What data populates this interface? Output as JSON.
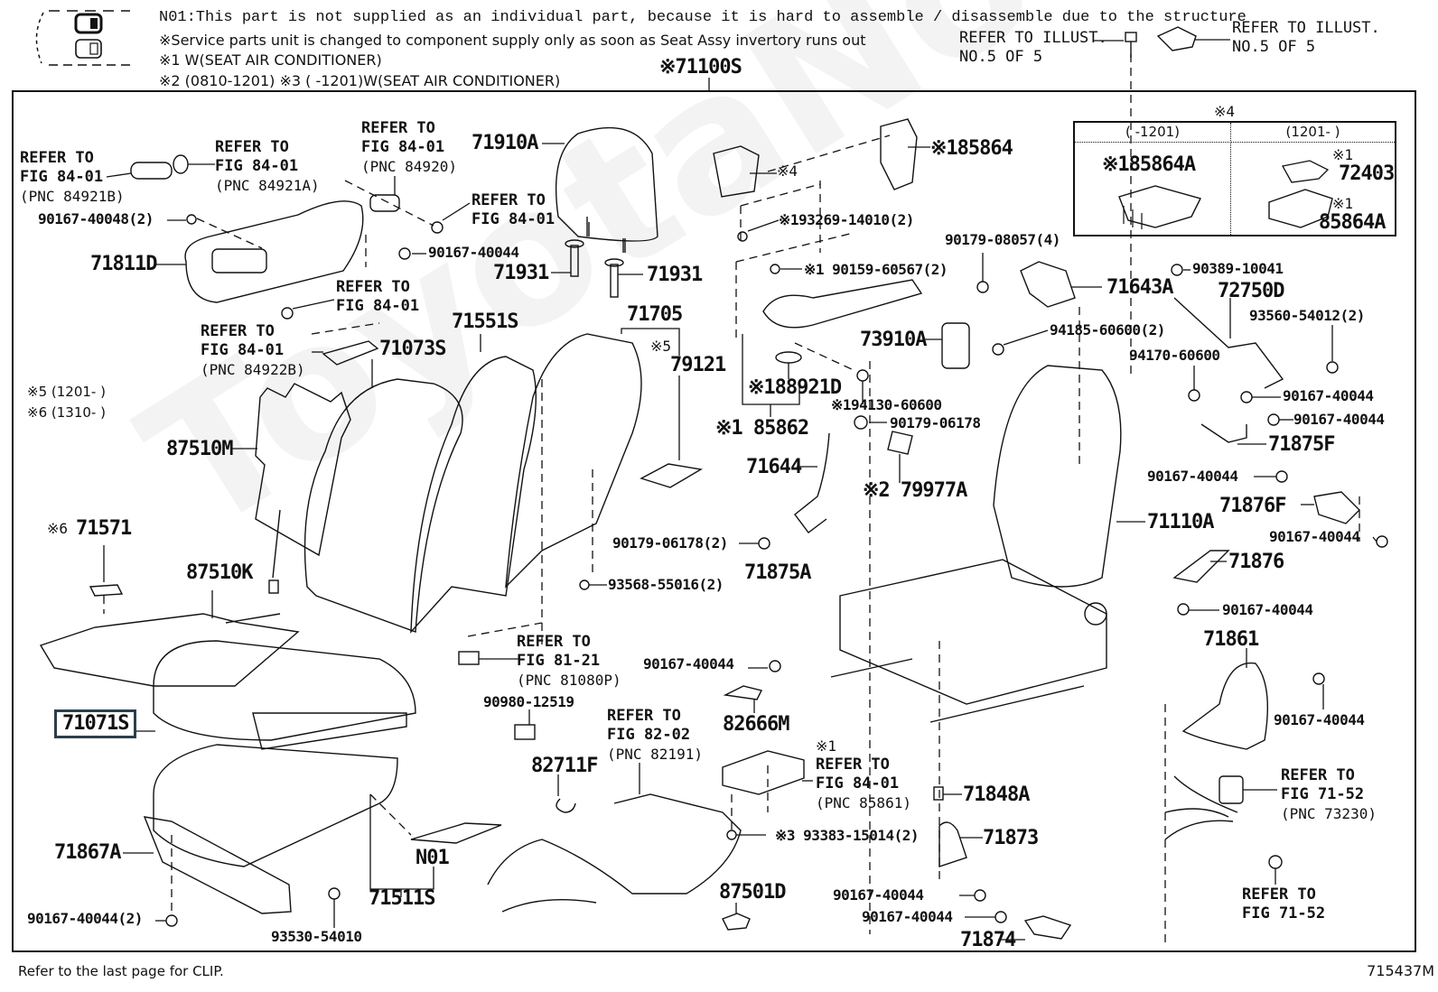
{
  "notes": {
    "n01": "N01:This part is not supplied as an individual part, because it is hard to assemble / disassemble due to the structure",
    "service": "※Service parts unit is changed to component supply only as soon as Seat Assy invertory runs out",
    "m1": "※1 W(SEAT AIR CONDITIONER)",
    "m2m3": "※2 (0810-1201) ※3 (      -1201)W(SEAT AIR CONDITIONER)",
    "m5": "※5 (1201-      )",
    "m6": "※6 (1310-      )"
  },
  "footer": {
    "clip_note": "Refer to the last page for CLIP.",
    "figure_id": "715437M"
  },
  "top_refs": {
    "ref_left": [
      "REFER TO ILLUST.",
      "NO.5 OF 5"
    ],
    "ref_right": [
      "REFER TO ILLUST.",
      "NO.5 OF 5"
    ],
    "assembly": "※71100S"
  },
  "variant_table": {
    "mark": "※4",
    "col1_header": "(      -1201)",
    "col2_header": "(1201-      )",
    "col1_part": "※185864A",
    "col2_part_a_mark": "※1",
    "col2_part_a": "72403",
    "col2_part_b_mark": "※1",
    "col2_part_b": "85864A"
  },
  "parts": {
    "p71910A": "71910A",
    "p71931a": "71931",
    "p71931b": "71931",
    "p71811D": "71811D",
    "p90167_40048": "90167-40048(2)",
    "p90167_40044_top": "90167-40044",
    "p71073S": "71073S",
    "p71551S": "71551S",
    "p71705": "71705",
    "m5_bracket": "※5",
    "p79121": "79121",
    "p87510M": "87510M",
    "p71571_mark": "※6",
    "p71571": "71571",
    "p87510K": "87510K",
    "p71071S": "71071S",
    "p71867A": "71867A",
    "p90167_40044_2": "90167-40044(2)",
    "p93530_54010": "93530-54010",
    "p71511S": "71511S",
    "pN01": "N01",
    "p93568_55016": "93568-55016(2)",
    "p90980_12519": "90980-12519",
    "p82711F": "82711F",
    "p185864": "※185864",
    "p_m4": "※4",
    "p193269": "※193269-14010(2)",
    "p190159": "※1 90159-60567(2)",
    "p188921D": "※188921D",
    "p185862": "※1 85862",
    "p194130": "※194130-60600",
    "p90179_06178": "90179-06178",
    "p79977A": "※2 79977A",
    "p71644": "71644",
    "p90179_06178_2": "90179-06178(2)",
    "p71875A": "71875A",
    "p90167_40044_mid": "90167-40044",
    "p82666M": "82666M",
    "p93383": "※3 93383-15014(2)",
    "p87501D": "87501D",
    "p73910A": "73910A",
    "p90179_08057": "90179-08057(4)",
    "p71643A": "71643A",
    "p94185": "94185-60600(2)",
    "p90389": "90389-10041",
    "p72750D": "72750D",
    "p93560": "93560-54012(2)",
    "p94170": "94170-60600",
    "p90167_40044_r1": "90167-40044",
    "p90167_40044_r2": "90167-40044",
    "p71875F": "71875F",
    "p90167_40044_r3": "90167-40044",
    "p71876F": "71876F",
    "p71110A": "71110A",
    "p90167_40044_r4": "90167-40044",
    "p71876": "71876",
    "p90167_40044_r5": "90167-40044",
    "p71861": "71861",
    "p90167_40044_r6": "90167-40044",
    "p71848A": "71848A",
    "p71873": "71873",
    "p90167_40044_b1": "90167-40044",
    "p90167_40044_b2": "90167-40044",
    "p71874": "71874"
  },
  "refs": {
    "r84921B": {
      "l1": "REFER TO",
      "l2": "FIG 84-01",
      "l3": "(PNC 84921B)"
    },
    "r84921A": {
      "l1": "REFER TO",
      "l2": "FIG 84-01",
      "l3": "(PNC 84921A)"
    },
    "r84920": {
      "l1": "REFER TO",
      "l2": "FIG 84-01",
      "l3": "(PNC 84920)"
    },
    "r8401_a": {
      "l1": "REFER TO",
      "l2": "FIG 84-01"
    },
    "r8401_b": {
      "l1": "REFER TO",
      "l2": "FIG 84-01"
    },
    "r84922B": {
      "l1": "REFER TO",
      "l2": "FIG 84-01",
      "l3": "(PNC 84922B)"
    },
    "r81080P": {
      "l1": "REFER TO",
      "l2": "FIG 81-21",
      "l3": "(PNC 81080P)"
    },
    "r82191": {
      "l1": "REFER TO",
      "l2": "FIG 82-02",
      "l3": "(PNC 82191)"
    },
    "r85861": {
      "mark": "※1",
      "l1": "REFER TO",
      "l2": "FIG 84-01",
      "l3": "(PNC 85861)"
    },
    "r73230": {
      "l1": "REFER TO",
      "l2": "FIG 71-52",
      "l3": "(PNC 73230)"
    },
    "r7152": {
      "l1": "REFER TO",
      "l2": "FIG 71-52"
    }
  },
  "watermark": "ToyotaNo"
}
